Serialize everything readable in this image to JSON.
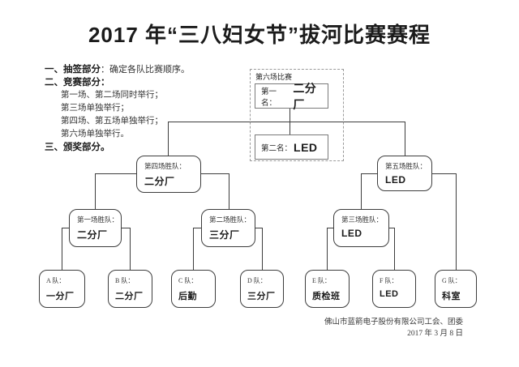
{
  "title": "2017 年“三八妇女节”拔河比赛赛程",
  "notes": {
    "item1_label": "一、抽签部分",
    "item1_rest": "：确定各队比赛顺序。",
    "item2_label": "二、竞赛部分：",
    "item2_sub": [
      "第一场、第二场同时举行；",
      "第三场单独举行；",
      "第四场、第五场单独举行；",
      "第六场单独举行。"
    ],
    "item3_label": "三、颁奖部分。"
  },
  "bracket": {
    "final": {
      "title": "第六场比赛",
      "first_label": "第一名：",
      "first_team": "二分厂",
      "second_label": "第二名：",
      "second_team": "LED"
    },
    "winners": [
      {
        "label": "第一场胜队：",
        "team": "二分厂"
      },
      {
        "label": "第二场胜队：",
        "team": "三分厂"
      },
      {
        "label": "第三场胜队：",
        "team": "LED"
      },
      {
        "label": "第四场胜队：",
        "team": "二分厂"
      },
      {
        "label": "第五场胜队：",
        "team": "LED"
      }
    ],
    "teams": [
      {
        "label": "A 队：",
        "name": "一分厂"
      },
      {
        "label": "B 队：",
        "name": "二分厂"
      },
      {
        "label": "C 队：",
        "name": "后勤"
      },
      {
        "label": "D 队：",
        "name": "三分厂"
      },
      {
        "label": "E 队：",
        "name": "质检班"
      },
      {
        "label": "F 队：",
        "name": "LED"
      },
      {
        "label": "G 队：",
        "name": "科室"
      }
    ]
  },
  "footer": {
    "org": "佛山市蓝箭电子股份有限公司工会、团委",
    "date": "2017 年 3 月 8 日"
  }
}
